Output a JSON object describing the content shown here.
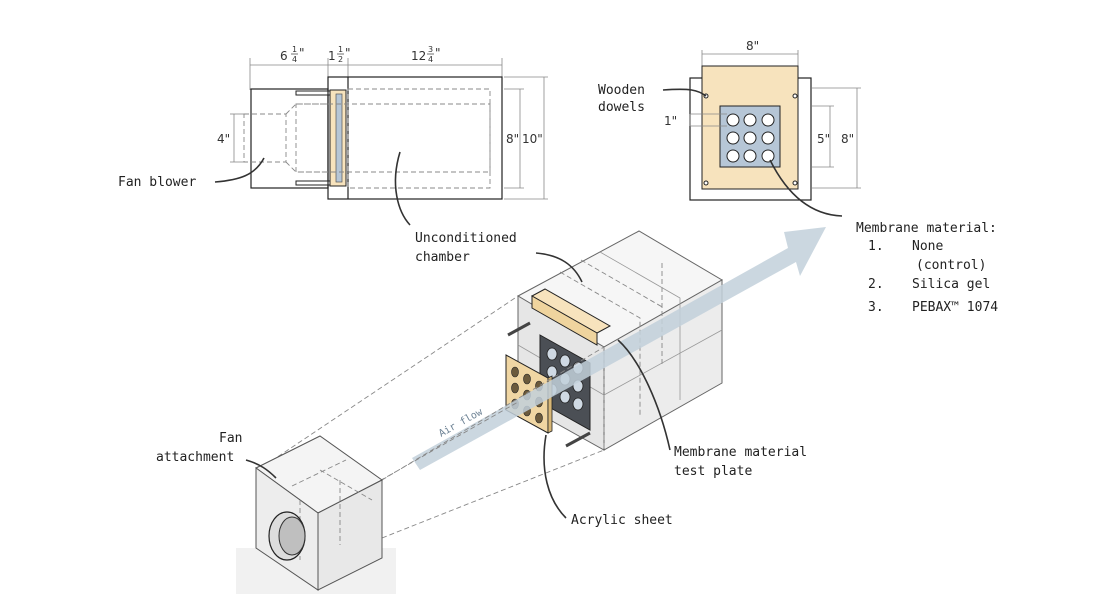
{
  "top_view": {
    "dim_fan_whole": "6",
    "dim_fan_frac_num": "1",
    "dim_fan_frac_den": "4",
    "dim_plate_whole": "1",
    "dim_plate_frac_num": "1",
    "dim_plate_frac_den": "2",
    "dim_chamber_whole": "12",
    "dim_chamber_frac_num": "3",
    "dim_chamber_frac_den": "4",
    "inch_mark": "\"",
    "dim_fan_height": "4\"",
    "dim_inner_height": "8\"",
    "dim_outer_height": "10\"",
    "fan_label": "Fan blower"
  },
  "front_view": {
    "dim_top": "8\"",
    "dim_hole": "1\"",
    "dim_inner": "5\"",
    "dim_outer": "8\"",
    "dowels_line1": "Wooden",
    "dowels_line2": "dowels"
  },
  "membrane_list": {
    "title": "Membrane material:",
    "items": [
      {
        "num": "1.",
        "line1": "None",
        "line2": "(control)"
      },
      {
        "num": "2.",
        "line1": "Silica gel",
        "line2": ""
      },
      {
        "num": "3.",
        "line1": "PEBAX™ 1074",
        "line2": ""
      }
    ]
  },
  "iso_view": {
    "chamber_line1": "Unconditioned",
    "chamber_line2": "chamber",
    "fan_line1": "Fan",
    "fan_line2": "attachment",
    "airflow": "Air flow",
    "plate_line1": "Membrane material",
    "plate_line2": "test plate",
    "acrylic": "Acrylic sheet"
  },
  "colors": {
    "wood": "#f7e3bd",
    "membrane": "#b6c6d6",
    "arrow": "#c2d0db",
    "ink": "#222222"
  }
}
